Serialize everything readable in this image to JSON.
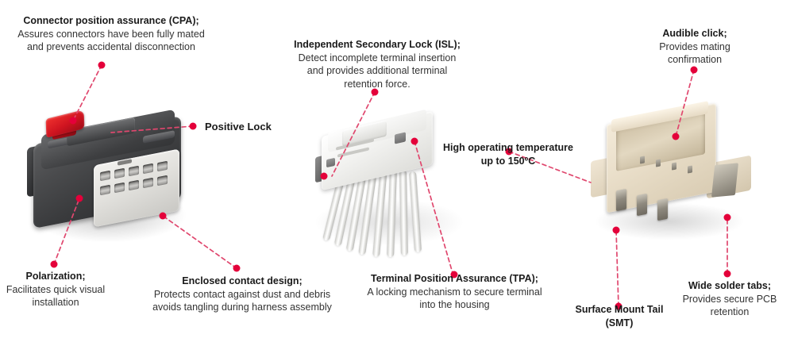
{
  "diagram": {
    "accent_color": "#e4003a",
    "line_color": "#e0476e",
    "background": "#ffffff"
  },
  "callouts": [
    {
      "id": "cpa",
      "title": "Connector position assurance (CPA);",
      "lines": [
        "Assures connectors have been fully mated",
        "and prevents accidental disconnection"
      ]
    },
    {
      "id": "isl",
      "title": "Independent Secondary Lock (ISL);",
      "lines": [
        "Detect incomplete terminal insertion",
        "and provides additional terminal",
        "retention force."
      ]
    },
    {
      "id": "audible-click",
      "title": "Audible click;",
      "lines": [
        "Provides mating",
        "confirmation"
      ]
    },
    {
      "id": "positive-lock",
      "title": "Positive Lock",
      "lines": []
    },
    {
      "id": "high-temp",
      "title": "High operating temperature",
      "lines": [],
      "title_lines": [
        "High operating temperature",
        "up to 150ºC"
      ]
    },
    {
      "id": "polarization",
      "title": "Polarization;",
      "lines": [
        "Facilitates quick visual",
        "installation"
      ]
    },
    {
      "id": "enclosed-contact",
      "title": "Enclosed contact design;",
      "lines": [
        "Protects contact against dust and debris",
        "avoids tangling during harness assembly"
      ]
    },
    {
      "id": "tpa",
      "title": "Terminal Position Assurance (TPA);",
      "lines": [
        "A locking mechanism to secure terminal",
        "into the housing"
      ]
    },
    {
      "id": "smt",
      "title": "Surface Mount Tail",
      "lines": [],
      "title_lines": [
        "Surface Mount Tail",
        "(SMT)"
      ]
    },
    {
      "id": "solder-tabs",
      "title": "Wide solder tabs;",
      "lines": [
        "Provides secure PCB",
        "retention"
      ]
    }
  ],
  "products": [
    {
      "id": "left-connector",
      "name": "Sealed wire-to-wire connector with red CPA"
    },
    {
      "id": "mid-connector",
      "name": "White wire harness connector with ISL"
    },
    {
      "id": "right-connector",
      "name": "Beige surface mount PCB header"
    }
  ]
}
